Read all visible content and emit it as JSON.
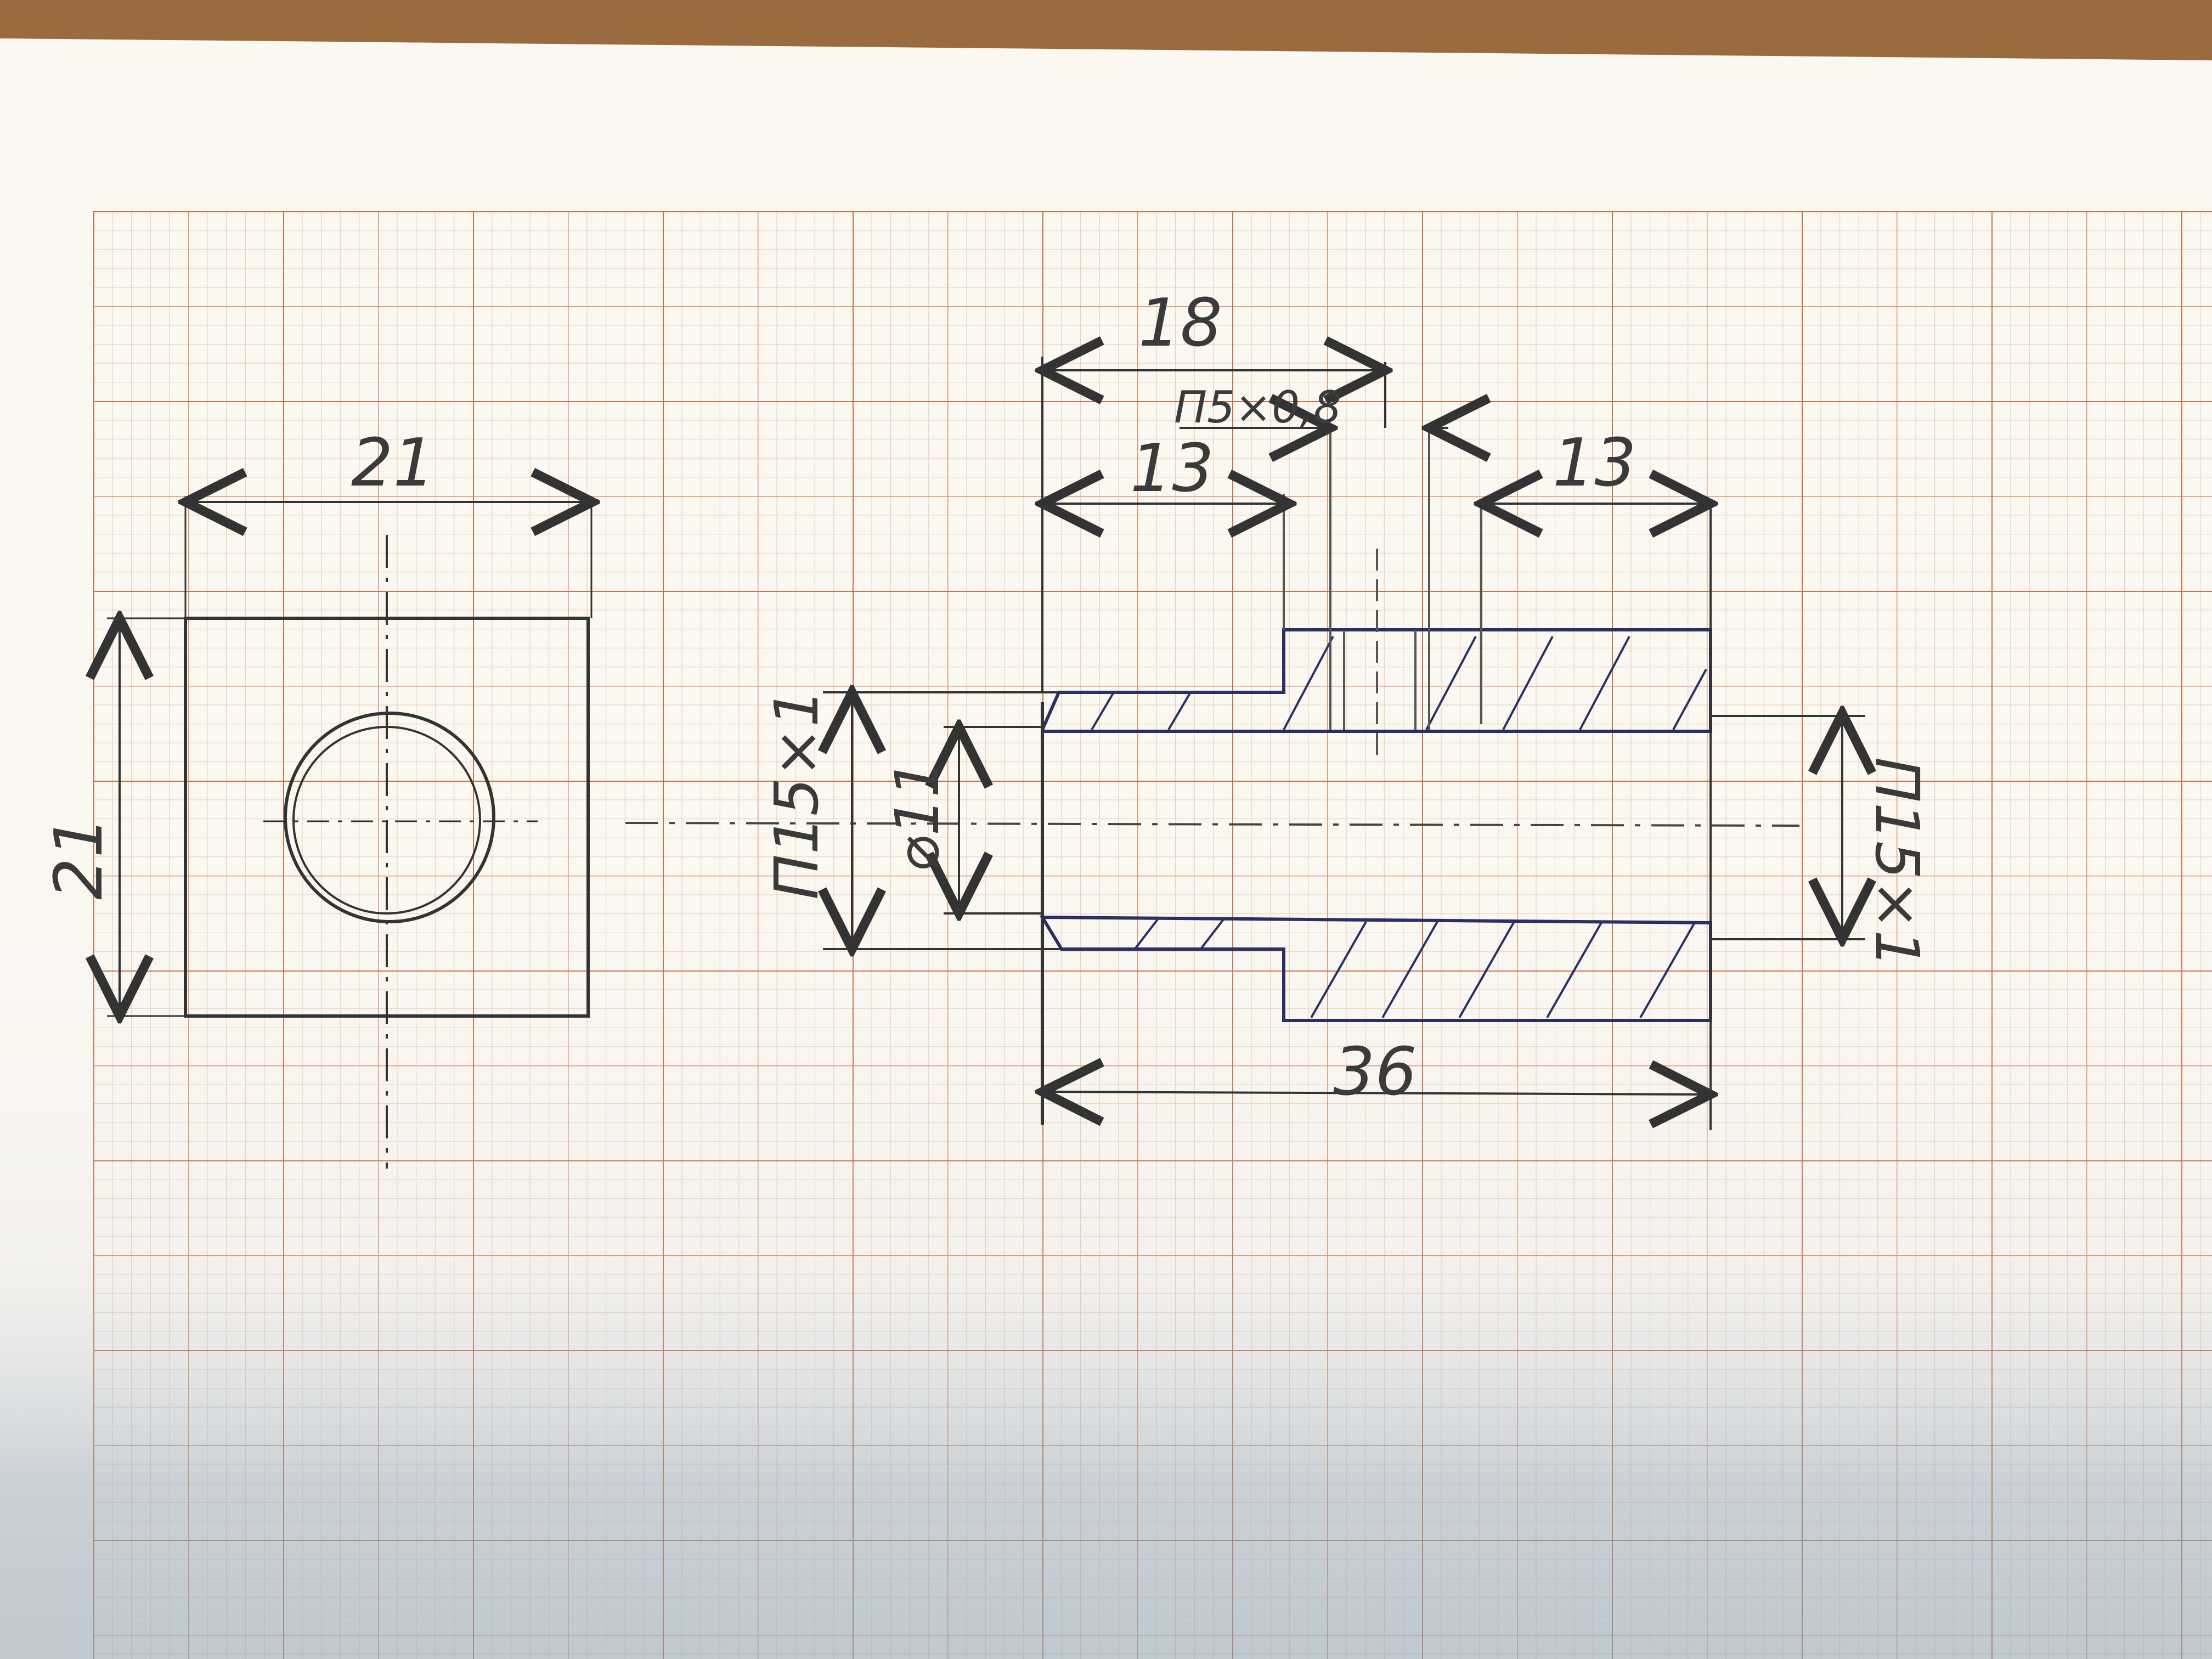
{
  "colors": {
    "desk": "#9a6b3e",
    "paper": "#fbf7f1",
    "grid_fine": "#e8c2a6",
    "grid_mid": "#d99a73",
    "grid_major": "#c77a4e",
    "pencil": "#333333",
    "pen_blue": "#2a2f66",
    "shadow": "#8fa2b5"
  },
  "front_view": {
    "width_label": "21",
    "height_label": "21"
  },
  "section_view": {
    "top_length_label": "18",
    "thread_top_label": "П5×0,8",
    "left_step_label": "13",
    "right_step_label": "13",
    "left_thread_label": "П15×1",
    "bore_label": "⌀11",
    "right_thread_label": "П15×1",
    "total_length_label": "36"
  }
}
